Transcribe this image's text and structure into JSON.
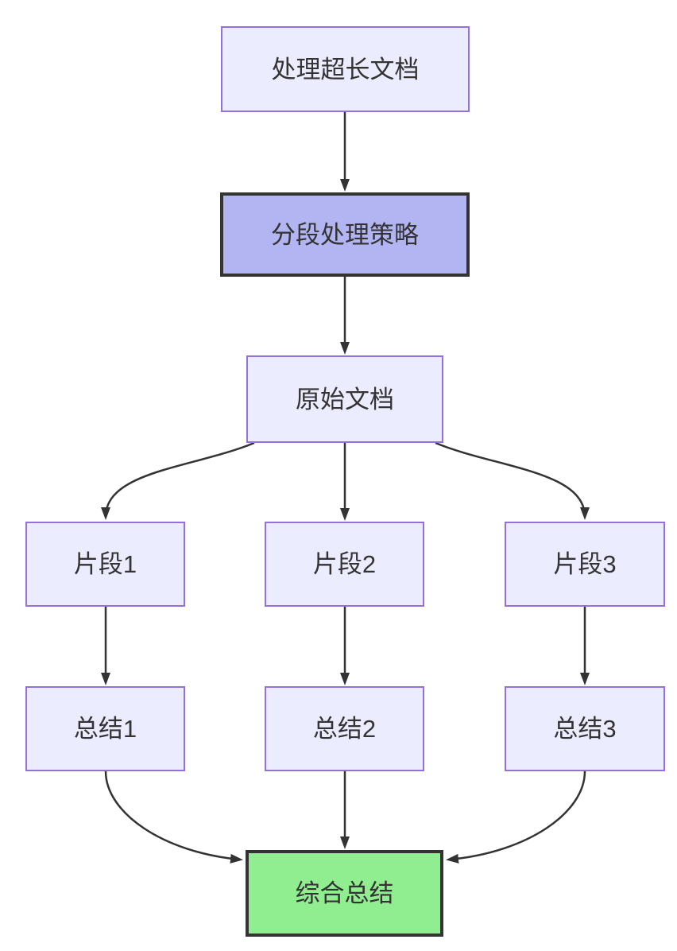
{
  "diagram": {
    "type": "flowchart",
    "direction": "top-down",
    "nodes": [
      {
        "id": "A",
        "label": "处理超长文档",
        "style": "default"
      },
      {
        "id": "B",
        "label": "分段处理策略",
        "style": "highlight"
      },
      {
        "id": "C",
        "label": "原始文档",
        "style": "default"
      },
      {
        "id": "D1",
        "label": "片段1",
        "style": "default"
      },
      {
        "id": "D2",
        "label": "片段2",
        "style": "default"
      },
      {
        "id": "D3",
        "label": "片段3",
        "style": "default"
      },
      {
        "id": "E1",
        "label": "总结1",
        "style": "default"
      },
      {
        "id": "E2",
        "label": "总结2",
        "style": "default"
      },
      {
        "id": "E3",
        "label": "总结3",
        "style": "default"
      },
      {
        "id": "F",
        "label": "综合总结",
        "style": "success"
      }
    ],
    "edges": [
      {
        "from": "A",
        "to": "B"
      },
      {
        "from": "B",
        "to": "C"
      },
      {
        "from": "C",
        "to": "D1"
      },
      {
        "from": "C",
        "to": "D2"
      },
      {
        "from": "C",
        "to": "D3"
      },
      {
        "from": "D1",
        "to": "E1"
      },
      {
        "from": "D2",
        "to": "E2"
      },
      {
        "from": "D3",
        "to": "E3"
      },
      {
        "from": "E1",
        "to": "F"
      },
      {
        "from": "E2",
        "to": "F"
      },
      {
        "from": "E3",
        "to": "F"
      }
    ]
  },
  "colors": {
    "background": "#FFFFFF",
    "node_fill": "#ECECFF",
    "node_border": "#9370DB",
    "highlight_fill": "#B2B5F2",
    "highlight_border": "#333333",
    "success_fill": "#90EE90",
    "success_border": "#333333",
    "edge": "#333333",
    "text": "#333333"
  }
}
